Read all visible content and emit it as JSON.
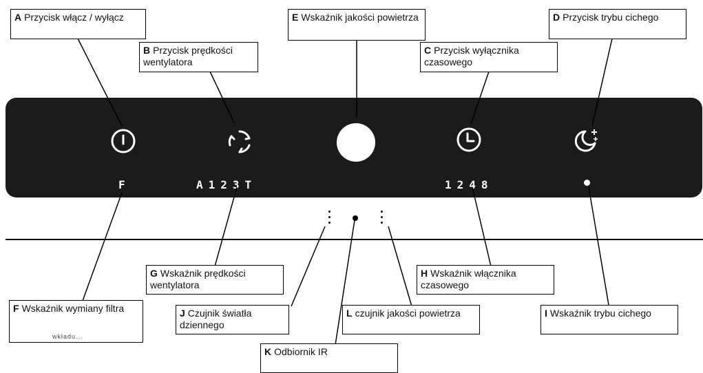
{
  "callouts": {
    "A": {
      "letter": "A",
      "text": "Przycisk włącz / wyłącz"
    },
    "B": {
      "letter": "B",
      "text": "Przycisk prędkości wentylatora"
    },
    "C": {
      "letter": "C",
      "text": "Przycisk wyłącznika czasowego"
    },
    "D": {
      "letter": "D",
      "text": "Przycisk trybu cichego"
    },
    "E": {
      "letter": "E",
      "text": "Wskaźnik jakości powietrza"
    },
    "F": {
      "letter": "F",
      "text": "Wskaźnik wymiany filtra",
      "cutoff": "wkładu..."
    },
    "G": {
      "letter": "G",
      "text": "Wskaźnik prędkości wentylatora"
    },
    "H": {
      "letter": "H",
      "text": "Wskaźnik włącznika czasowego"
    },
    "I": {
      "letter": "I",
      "text": "Wskaźnik trybu cichego"
    },
    "J": {
      "letter": "J",
      "text": "Czujnik światła dziennego"
    },
    "K": {
      "letter": "K",
      "text": "Odbiornik IR"
    },
    "L": {
      "letter": "L",
      "text": "czujnik jakości powietrza"
    }
  },
  "panel": {
    "filter_indicator": "F",
    "fan_speeds": "A123T",
    "timer_values": "1248"
  },
  "icons": {
    "power": "power-icon",
    "fan": "fan-speed-icon",
    "air_quality": "air-quality-indicator",
    "timer": "clock-icon",
    "sleep": "moon-icon"
  },
  "colors": {
    "panel": "#1b1b1b",
    "symbols": "#ffffff",
    "lines": "#000000"
  }
}
